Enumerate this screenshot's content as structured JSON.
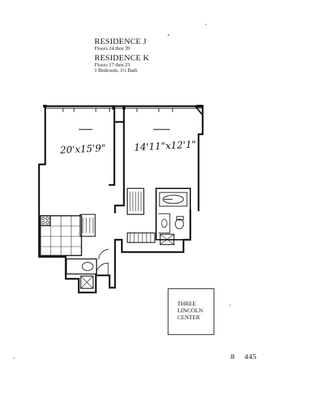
{
  "residences": [
    {
      "name": "RESIDENCE J",
      "floors": "Floors 24 thru 39"
    },
    {
      "name": "RESIDENCE K",
      "floors": "Floors 17 thru 23"
    }
  ],
  "unit_description": "1 Bedroom, 1½ Bath",
  "room_dimensions": {
    "living_room": "20'x15'9\"",
    "bedroom": "14'11\"x12'1\""
  },
  "logo": [
    "THREE",
    "LINCOLN",
    "CENTER"
  ],
  "page_label": {
    "left": "8",
    "right": "445"
  }
}
